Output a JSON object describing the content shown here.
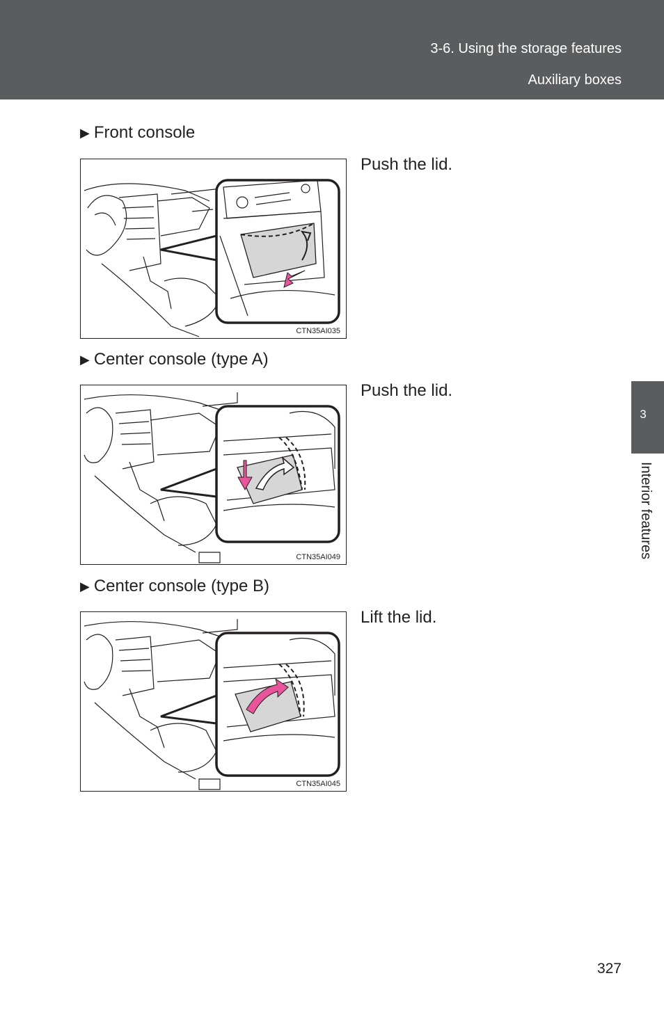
{
  "header": {
    "section": "3-6. Using the storage features",
    "subsection": "Auxiliary boxes"
  },
  "side_tab": {
    "chapter_number": "3",
    "chapter_title": "Interior features"
  },
  "items": [
    {
      "heading": "Front console",
      "instruction": "Push the lid.",
      "figure_code": "CTN35AI035",
      "action": "push"
    },
    {
      "heading": "Center console (type A)",
      "instruction": "Push the lid.",
      "figure_code": "CTN35AI049",
      "action": "push"
    },
    {
      "heading": "Center console (type B)",
      "instruction": "Lift the lid.",
      "figure_code": "CTN35AI045",
      "action": "lift"
    }
  ],
  "icons": {
    "bullet": "triangle-right-icon",
    "arrow_color": "#e8559a",
    "lid_fill": "#d6d6d6"
  },
  "page_number": "327"
}
